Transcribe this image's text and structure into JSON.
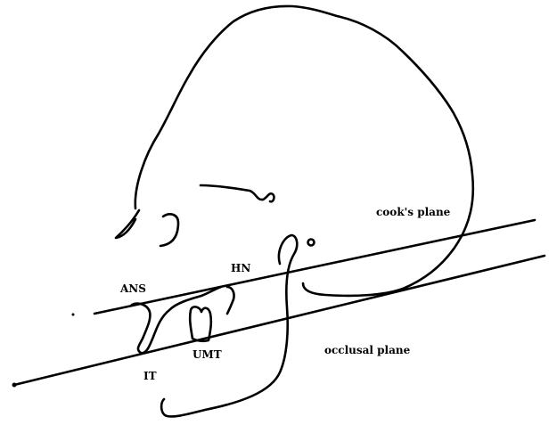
{
  "labels": {
    "cooks_plane": "cook's plane",
    "occlusal_plane": "occlusal plane",
    "hn": "HN",
    "ans": "ANS",
    "umt": "UMT",
    "it": "IT"
  },
  "colors": {
    "background": "#ffffff",
    "ink": "#000000"
  }
}
